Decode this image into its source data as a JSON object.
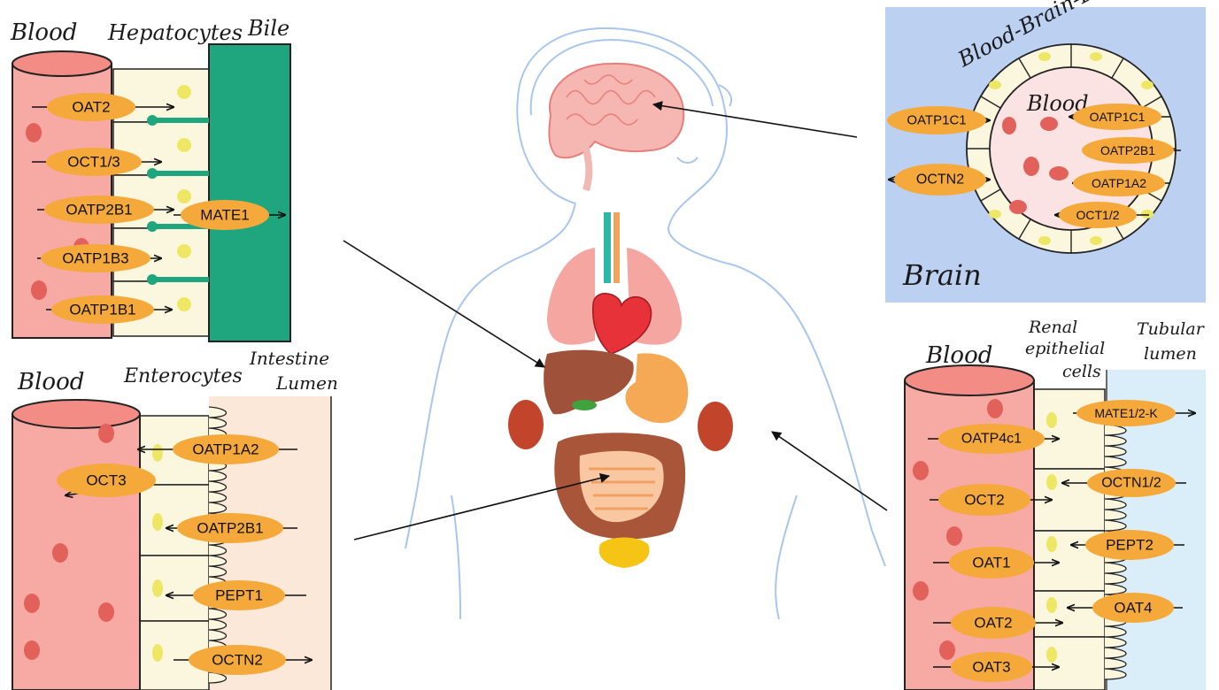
{
  "liver": {
    "labels": {
      "blood": "Blood",
      "cells": "Hepatocytes",
      "lumen": "Bile"
    },
    "transporters": [
      "OAT2",
      "OCT1/3",
      "OATP2B1",
      "OATP1B3",
      "OATP1B1",
      "MATE1"
    ]
  },
  "intestine": {
    "labels": {
      "blood": "Blood",
      "cells": "Enterocytes",
      "lumen_line1": "Intestine",
      "lumen_line2": "Lumen"
    },
    "transporters": [
      "OATP1A2",
      "OCT3",
      "OATP2B1",
      "PEPT1",
      "OCTN2"
    ]
  },
  "brain": {
    "labels": {
      "barrier": "Blood-Brain-Barrier",
      "blood": "Blood",
      "region": "Brain"
    },
    "transporters": [
      "OATP1C1",
      "OCTN2",
      "OATP1C1",
      "OATP2B1",
      "OATP1A2",
      "OCT1/2"
    ]
  },
  "kidney": {
    "labels": {
      "blood": "Blood",
      "cells_line1": "Renal",
      "cells_line2": "epithelial",
      "cells_line3": "cells",
      "lumen_line1": "Tubular",
      "lumen_line2": "lumen"
    },
    "transporters": [
      "OATP4c1",
      "MATE1/2-K",
      "OCT2",
      "OCTN1/2",
      "PEPT2",
      "OAT1",
      "OAT4",
      "OAT2",
      "OAT3"
    ]
  },
  "colors": {
    "blood_vessel": "#f7a9a3",
    "blood_vessel_edge": "#f28c85",
    "cell": "#fbf6de",
    "transporter": "#f5a93a",
    "bile": "#1fa67e",
    "brain_panel": "#bcd0f1",
    "intestine_lumen": "#fce8d9",
    "tubular_lumen": "#d9eef8",
    "body_outline": "#a9c6ee"
  }
}
